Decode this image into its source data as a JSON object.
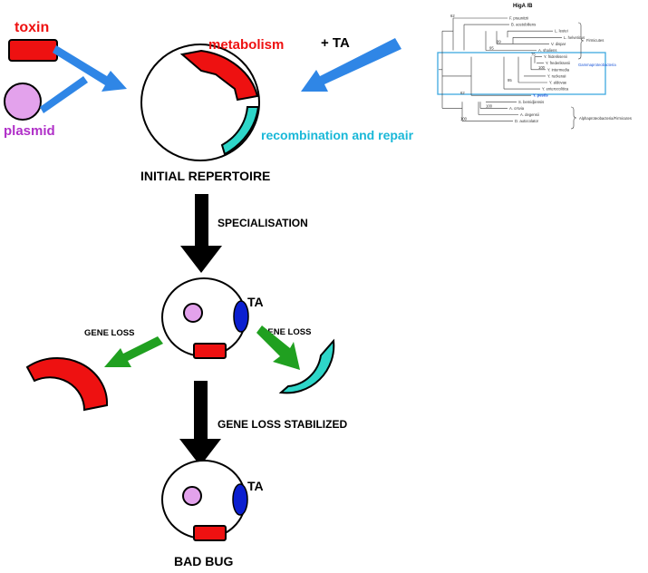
{
  "labels": {
    "toxin": "toxin",
    "plasmid": "plasmid",
    "metabolism": "metabolism",
    "plus_ta": "+ TA",
    "recombination": "recombination and repair",
    "initial_repertoire": "INITIAL REPERTOIRE",
    "specialisation": "SPECIALISATION",
    "gene_loss_left": "GENE LOSS",
    "gene_loss_right": "GENE LOSS",
    "ta_middle": "TA",
    "gene_loss_stabilized": "GENE LOSS STABILIZED",
    "ta_bottom": "TA",
    "bad_bug": "BAD BUG"
  },
  "tree": {
    "title": "HigA /B",
    "taxa": [
      "F. praunitzii",
      "B. acetobiliens",
      "L. leutei",
      "L. helveticus",
      "V. dispar",
      "A. shaliens",
      "Y. frideriksenii",
      "Y. frederiksenii",
      "Y. intermedia",
      "Y. ruckeraii",
      "Y. aldovae",
      "Y. enterocolitica",
      "Y. pestis",
      "S. bemidjiensis",
      "A. crsvia",
      "A. degensii",
      "D. autocolator"
    ],
    "groups": {
      "firmicutes": "Firmicutes",
      "gamma": "Gammaproteobacteria",
      "alpha": "Alphaproteobacteria/Firmicutes"
    },
    "bootstrap": [
      "62",
      "99",
      "95",
      "75",
      "100",
      "95",
      "62",
      "100",
      "100"
    ]
  },
  "colors": {
    "toxin": "#ee1111",
    "plasmid": "#e3a2ec",
    "plasmid_text": "#b030c8",
    "metabolism": "#ee1111",
    "recombination": "#2ed6c9",
    "recombination_text": "#1ab8d8",
    "ta": "#0b1fd0",
    "arrow_blue": "#2f86e6",
    "arrow_green": "#20a020",
    "arrow_black": "#000000",
    "tree_box": "#3fa9e0",
    "tree_group_text": "#1a55d8"
  }
}
